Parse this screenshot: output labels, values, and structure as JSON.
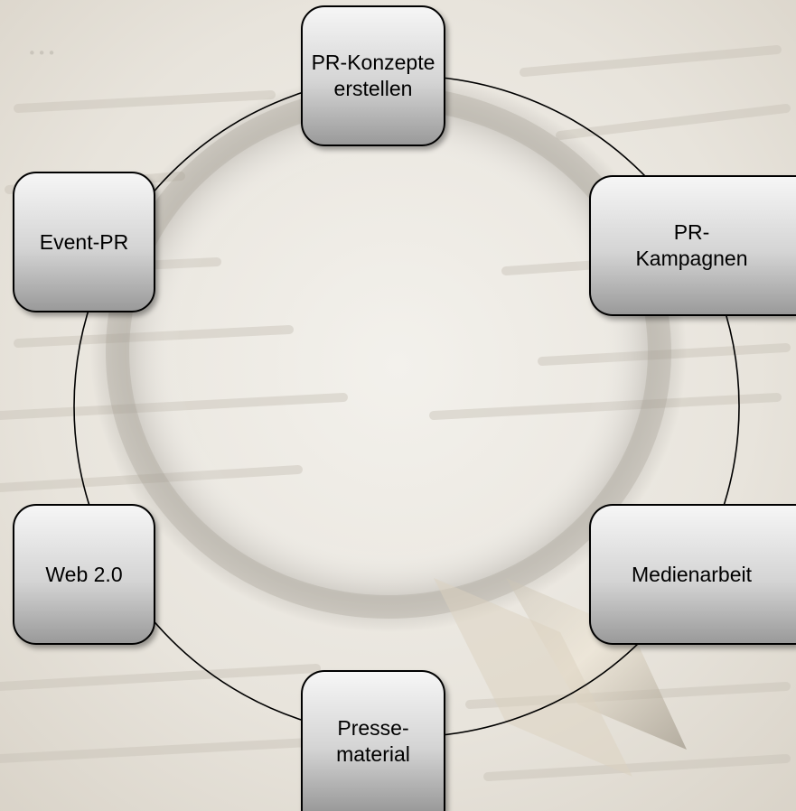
{
  "diagram": {
    "type": "cycle",
    "nodes": [
      {
        "label": "PR-Konzepte\nerstellen"
      },
      {
        "label": "PR-\nKampagnen"
      },
      {
        "label": "Medienarbeit"
      },
      {
        "label": "Presse-\nmaterial"
      },
      {
        "label": "Web 2.0"
      },
      {
        "label": "Event-PR"
      }
    ]
  },
  "colors": {
    "node_border": "#000000",
    "node_fill_top": "#f6f6f6",
    "node_fill_bottom": "#9a9a9a",
    "cycle_line": "#000000",
    "background_paper": "#e9e4d8"
  },
  "background": {
    "description_icon": "magnifying-glass-over-text-background"
  }
}
